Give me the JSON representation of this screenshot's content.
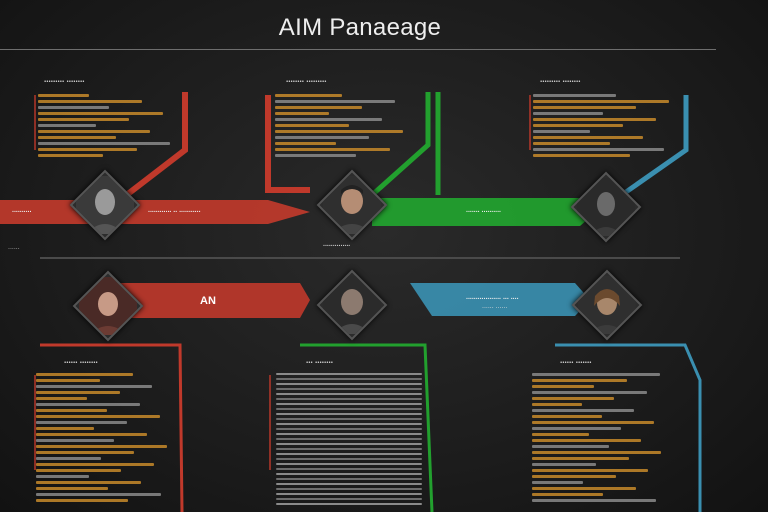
{
  "header": {
    "title": "AIM Panaeage"
  },
  "top_row": {
    "col1_heading": "......... ........",
    "col2_heading": "........ .........",
    "col3_heading": "......... ........",
    "left_arrow_label": "..........",
    "red_arrow_label": "............ .. ...........",
    "green_arrow_label": "....... ..........",
    "center_name": "..............",
    "left_caption": "......"
  },
  "mid_row": {
    "left_arrow_label": "AN",
    "blue_arrow_label": ".................. ... ....",
    "blue_arrow_sub": "...... ......"
  },
  "bottom_row": {
    "col1_heading": "...... ........",
    "col2_heading": "... ........",
    "col3_heading": "...... ......."
  },
  "colors": {
    "red": "#c0392b",
    "green": "#22a02e",
    "blue": "#3a8fb0",
    "orange_text": "#c78a2a",
    "gray_text": "#8a8a8a"
  },
  "icons": [
    "person-avatar",
    "person-avatar",
    "person-avatar",
    "person-avatar",
    "person-avatar",
    "person-avatar"
  ]
}
